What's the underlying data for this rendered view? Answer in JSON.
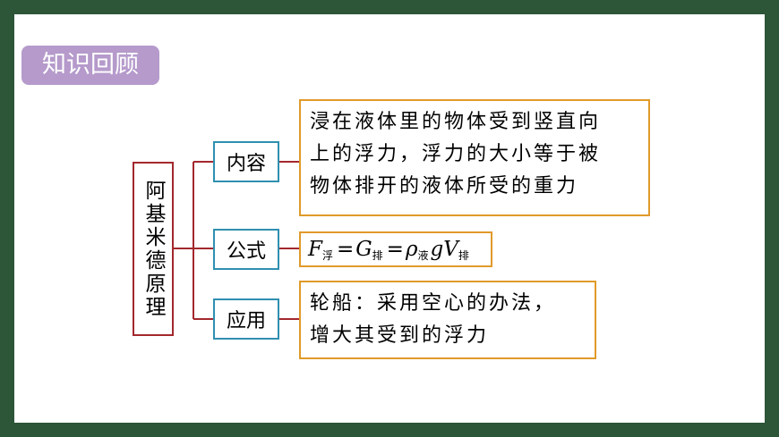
{
  "badge": {
    "label": "知识回顾"
  },
  "principle": {
    "label": "阿基米德原理"
  },
  "branches": {
    "content": {
      "label": "内容",
      "text_line1": "浸在液体里的物体受到竖直向",
      "text_line2": "上的浮力，浮力的大小等于被",
      "text_line3": "物体排开的液体所受的重力"
    },
    "formula": {
      "label": "公式",
      "f": "F",
      "f_sub": "浮",
      "eq1": "=",
      "g": "G",
      "g_sub": "排",
      "eq2": "=",
      "rho": "ρ",
      "rho_sub": "液",
      "g2": "g",
      "v": "V",
      "v_sub": "排"
    },
    "application": {
      "label": "应用",
      "text_line1": "轮船：采用空心的办法，",
      "text_line2": "增大其受到的浮力"
    }
  },
  "colors": {
    "background": "#2d5538",
    "badge": "#b59acb",
    "principle_border": "#a3282d",
    "node_border": "#2f8fb0",
    "box_border": "#e09a2a",
    "connector": "#a3282d"
  }
}
